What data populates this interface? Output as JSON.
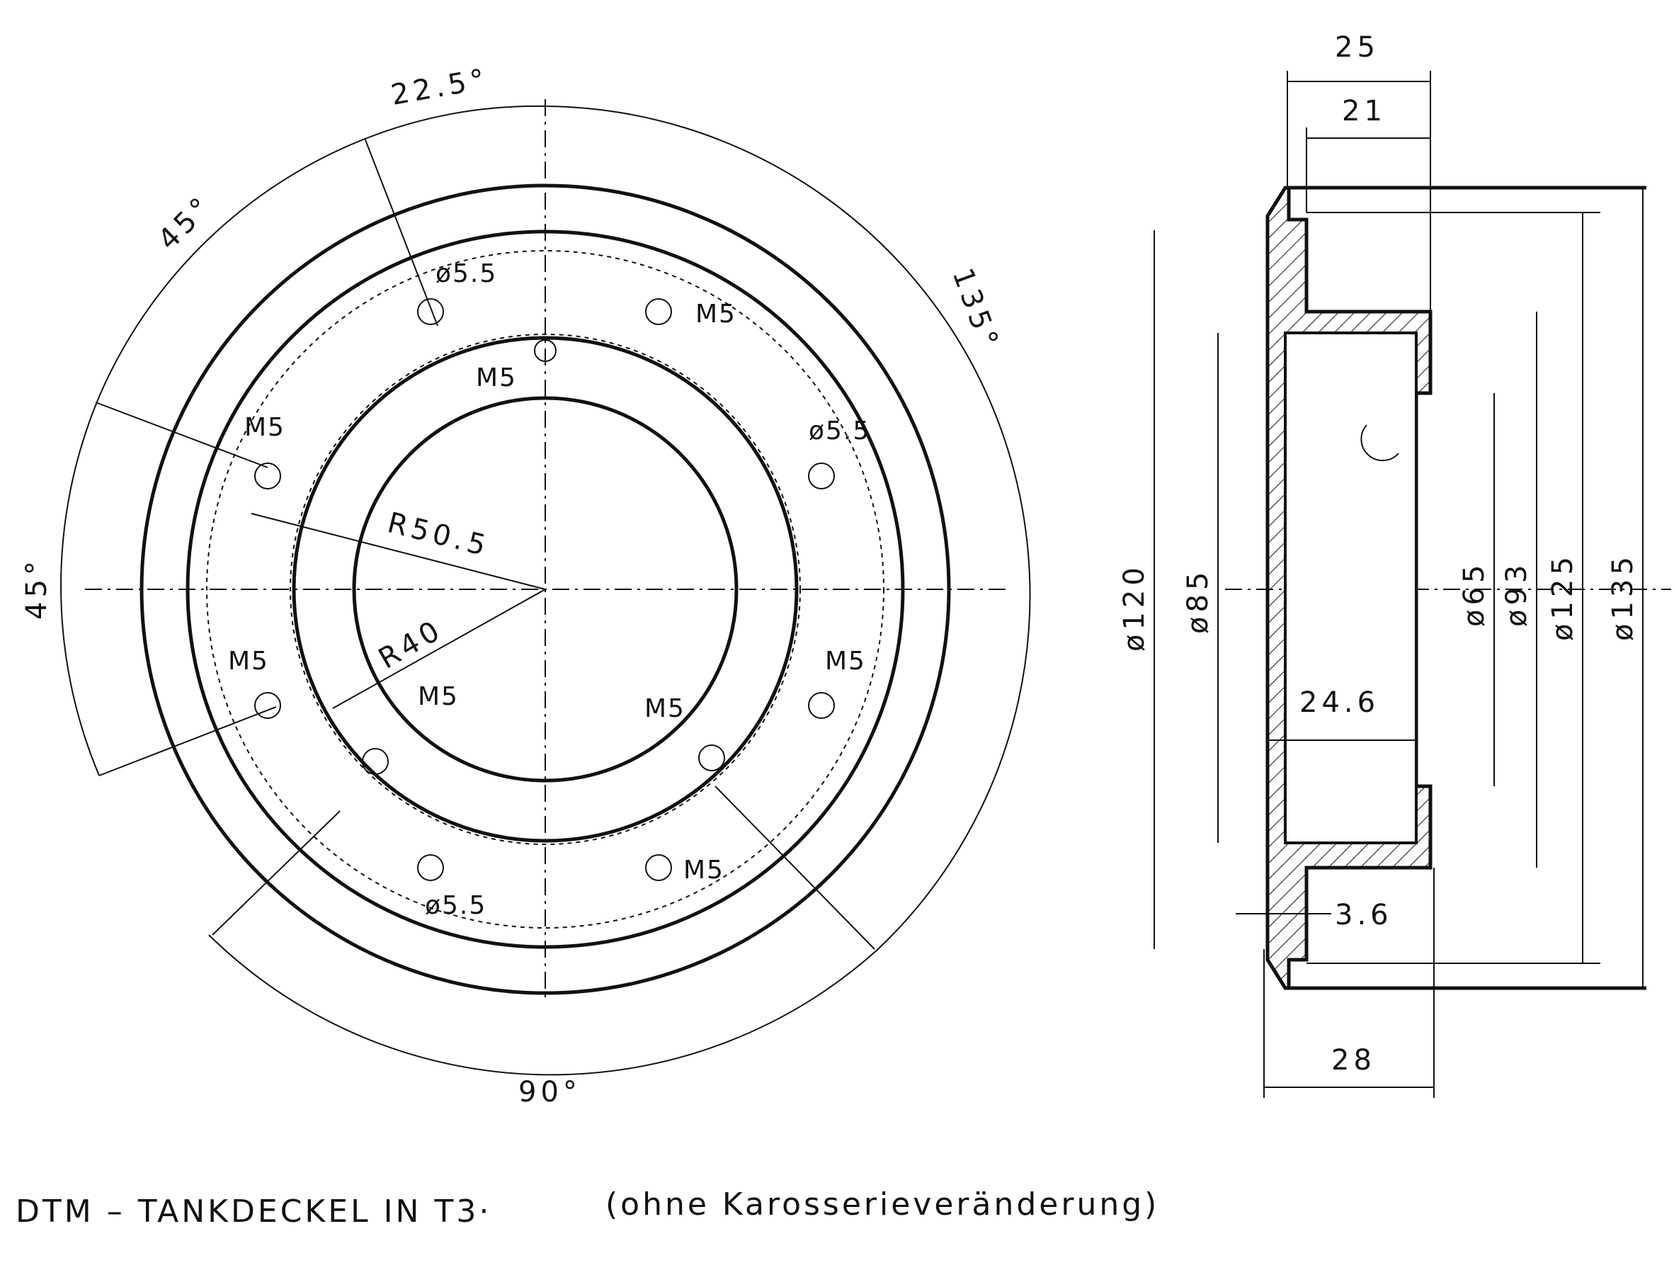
{
  "front_view": {
    "angles": [
      "22.5°",
      "45°",
      "135°",
      "45°",
      "90°"
    ],
    "radii": [
      "R50.5",
      "R40"
    ],
    "holes": [
      "ø5.5",
      "M5",
      "M5",
      "ø5.5",
      "M5",
      "M5",
      "M5",
      "M5",
      "M5",
      "M5",
      "ø5.5"
    ]
  },
  "side_view": {
    "top_dims": [
      "25",
      "21"
    ],
    "diameters_left": [
      "ø120",
      "ø85"
    ],
    "diameters_right": [
      "ø65",
      "ø93",
      "ø125",
      "ø135"
    ],
    "inner_length": "24.6",
    "flange_thickness": "3.6",
    "overall_length": "28"
  },
  "caption": {
    "title": "DTM – TANKDECKEL IN T3·",
    "note": "(ohne Karosserieveränderung)"
  }
}
